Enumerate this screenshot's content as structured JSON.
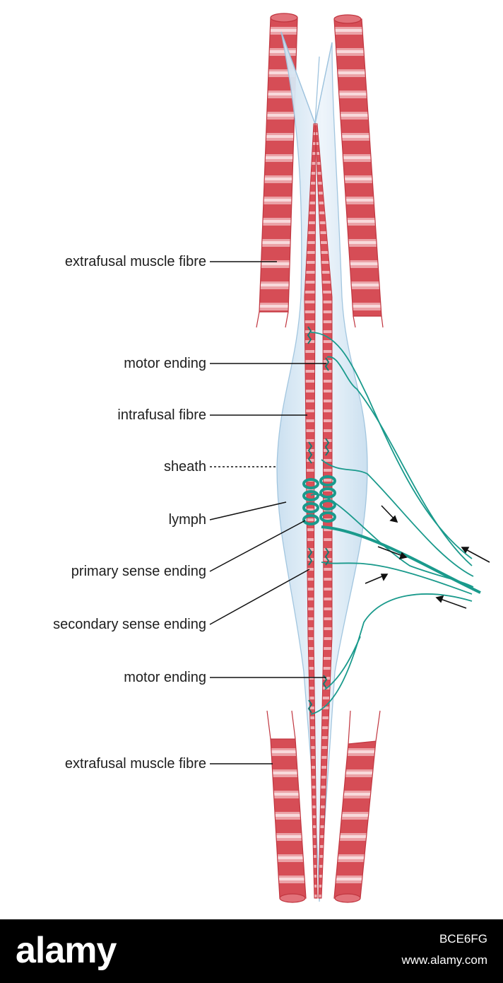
{
  "labels": {
    "extrafusal_top": "extrafusal muscle fibre",
    "motor_ending_top": "motor ending",
    "intrafusal_fibre": "intrafusal fibre",
    "sheath": "sheath",
    "lymph": "lymph",
    "primary_sense_ending": "primary sense ending",
    "secondary_sense_ending": "secondary sense ending",
    "motor_ending_bottom": "motor ending",
    "extrafusal_bottom": "extrafusal muscle fibre"
  },
  "footer": {
    "logo": "alamy",
    "image_id": "BCE6FG",
    "site": "www.alamy.com"
  },
  "colors": {
    "muscle_red": "#d9525a",
    "nerve_teal": "#1a9a8c",
    "sheath_blue": "#c4dced"
  }
}
